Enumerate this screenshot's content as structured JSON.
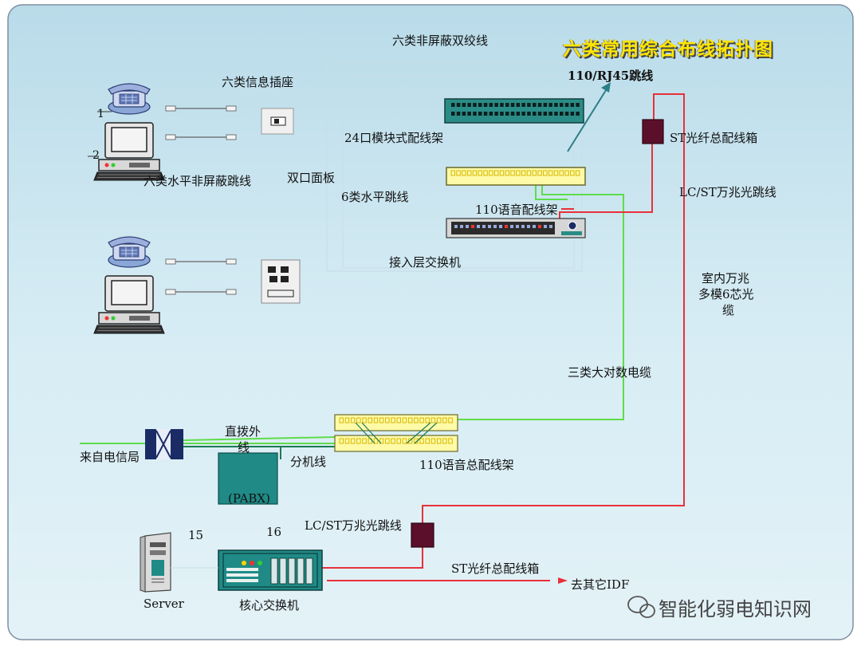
{
  "title": "六类常用综合布线拓扑图",
  "labels": {
    "cat6_utp": "六类非屏蔽双绞线",
    "rj45_patch": "110/RJ45跳线",
    "cat6_outlet": "六类信息插座",
    "patch_panel_24": "24口模块式配线架",
    "st_fiber_box_top": "ST光纤总配线箱",
    "dual_faceplate": "双口面板",
    "cat6_h_utp_patch": "六类水平非屏蔽跳线",
    "cat6_h_patch": "6类水平跳线",
    "lcst_patch_top": "LC/ST万兆光跳线",
    "voice_panel_110": "110语音配线架",
    "access_switch": "接入层交换机",
    "indoor_fiber_1": "室内万兆",
    "indoor_fiber_2": "多模6芯光",
    "indoor_fiber_3": "缆",
    "cat3_cable": "三类大对数电缆",
    "direct_dial_1": "直拨外",
    "direct_dial_2": "线",
    "from_telecom": "来自电信局",
    "extension_line": "分机线",
    "voice_main_110": "110语音总配线架",
    "pabx": "(PABX)",
    "lcst_patch_bottom": "LC/ST万兆光跳线",
    "num_15": "15",
    "num_16": "16",
    "num_1": "1",
    "num_2": "2",
    "st_fiber_box_bottom": "ST光纤总配线箱",
    "to_other_idf": "去其它IDF",
    "server": "Server",
    "core_switch": "核心交换机"
  },
  "watermark": "智能化弱电知识网",
  "colors": {
    "background": "#c9e3ee",
    "fiber": "#e8303a",
    "green_cable": "#5fdc4a",
    "teal_device": "#1f8a86",
    "panel_yellow": "#fffaa8",
    "fiber_box": "#5c0f2a",
    "title_yellow": "#ffe600"
  },
  "icons": [
    "telephone-icon",
    "computer-icon",
    "server-icon",
    "wechat-icon"
  ]
}
